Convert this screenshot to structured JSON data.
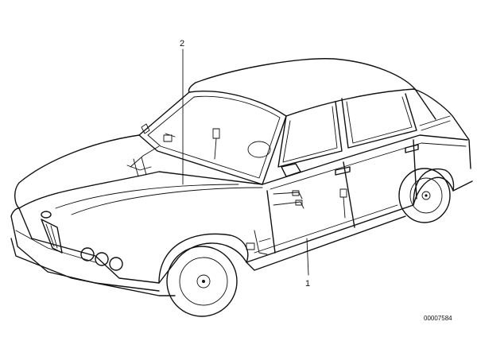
{
  "callouts": [
    {
      "id": "callout-1",
      "label": "1"
    },
    {
      "id": "callout-2",
      "label": "2"
    }
  ],
  "drawing_number": "00007584",
  "colors": {
    "line": "#111111",
    "background": "#ffffff"
  }
}
